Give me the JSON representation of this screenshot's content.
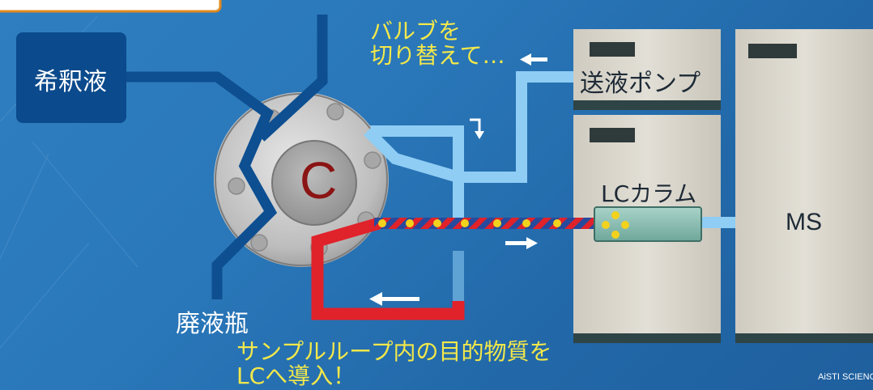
{
  "labels": {
    "diluent": "希釈液",
    "waste": "廃液瓶",
    "valve_letter": "C",
    "switch_note_line1": "バルブを",
    "switch_note_line2": "切り替えて…",
    "pump": "送液ポンプ",
    "column": "LCカラム",
    "ms": "MS",
    "intro_line1": "サンプルループ内の目的物質を",
    "intro_line2": "LCへ導入！",
    "credit": "AiSTI SCIENCE"
  },
  "colors": {
    "background": "#2a78ba",
    "dark_blue_line": "#0d4f91",
    "light_blue_line": "#8fcdf4",
    "red_line": "#e0222a",
    "yellow_text": "#f3e84a",
    "equipment_gray": "#d9d6cc"
  },
  "icons": [
    "arrow-left-icon",
    "arrow-right-icon",
    "arrow-down-icon"
  ]
}
